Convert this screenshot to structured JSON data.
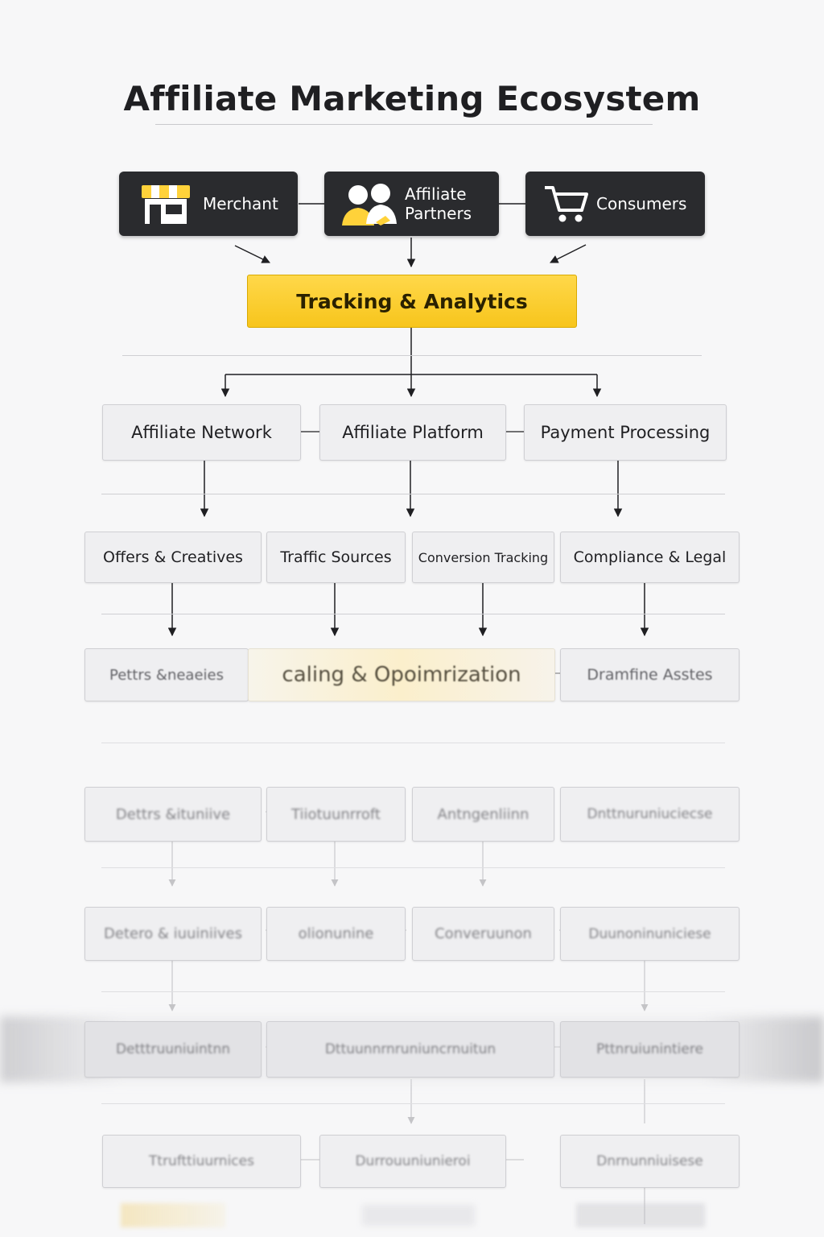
{
  "title": "Affiliate Marketing Ecosystem",
  "top_nodes": {
    "merchant": {
      "label": "Merchant",
      "icon": "storefront-icon"
    },
    "affiliates": {
      "label_line1": "Affiliate",
      "label_line2": "Partners",
      "icon": "people-icon"
    },
    "consumers": {
      "label": "Consumers",
      "icon": "cart-icon"
    }
  },
  "center_node": {
    "label": "Tracking & Analytics"
  },
  "level2": [
    {
      "label": "Affiliate Network"
    },
    {
      "label": "Affiliate Platform"
    },
    {
      "label": "Payment Processing"
    }
  ],
  "level3": [
    {
      "label": "Offers & Creatives"
    },
    {
      "label": "Traffic Sources"
    },
    {
      "label": "Conversion Tracking"
    },
    {
      "label": "Compliance & Legal"
    }
  ],
  "level4": [
    {
      "label": "Pettrs &neaeies"
    },
    {
      "label": "caling & Opoimrization"
    },
    {
      "label": "Dramfine Asstes"
    }
  ],
  "level5": [
    {
      "label": "Dettrs &ituniive"
    },
    {
      "label": "Tiiotuunrroft"
    },
    {
      "label": "Antngenliinn"
    },
    {
      "label": "Dnttnuruniuciecse"
    }
  ],
  "level6": [
    {
      "label": "Detero & iuuiniives"
    },
    {
      "label": "olionunine"
    },
    {
      "label": "Converuunon"
    },
    {
      "label": "Duunoninuniciese"
    }
  ],
  "level7": [
    {
      "label": "Detttruuniuintnn"
    },
    {
      "label": "Dttuunnrnruniuncrnuitun"
    },
    {
      "label": "Pttnruiunintiere"
    }
  ],
  "level8": [
    {
      "label": "Ttrufttiuurnices"
    },
    {
      "label": "Durrouuniunieroi"
    },
    {
      "label": "Dnrnunniuisese"
    }
  ],
  "colors": {
    "accent": "#f7c51c",
    "dark": "#2a2b2e",
    "node_bg": "#efeff1"
  }
}
